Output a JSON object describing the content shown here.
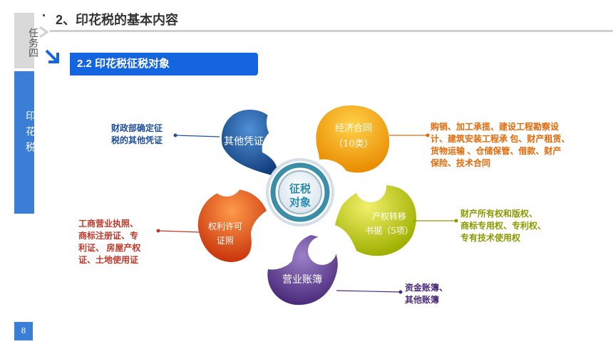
{
  "sidebar": {
    "task_label": "任务四",
    "topic_label": "印花税"
  },
  "page_number": "8",
  "header": {
    "title": "2、印花税的基本内容",
    "subtitle": "2.2  印花税征税对象"
  },
  "center": {
    "label_line1": "征税",
    "label_line2": "对象"
  },
  "petals": [
    {
      "line1": "其他凭证",
      "line2": "",
      "color": "#1e5eaa"
    },
    {
      "line1": "经济合同",
      "line2": "（10类）",
      "color": "#f5a300"
    },
    {
      "line1": "产权转移",
      "line2": "书据（5项）",
      "color": "#b9c70a"
    },
    {
      "line1": "营业账簿",
      "line2": "",
      "color": "#5e3a8c"
    },
    {
      "line1": "权利许可",
      "line2": "证照",
      "color": "#e0470e"
    }
  ],
  "descriptions": [
    {
      "lines": [
        "财政部确定征",
        "税的其他凭证"
      ],
      "color": "#1e4f9a"
    },
    {
      "lines": [
        "购销、加工承揽、建设工程勘察设",
        "计、建筑安装工程承  包、财产租赁、",
        "货物运输 、仓储保管、借款、财产",
        "保险、技术合同"
      ],
      "color": "#e36a0a"
    },
    {
      "lines": [
        "财产所有权和版权、",
        "商标专用权、专利权、",
        "专有技术使用权"
      ],
      "color": "#8a9a00"
    },
    {
      "lines": [
        "资金账簿、",
        "其他账簿"
      ],
      "color": "#4a2a7a"
    },
    {
      "lines": [
        "工商营业执照、",
        "商标注册证、专",
        "利证、  房屋产权",
        "证、土地使用证"
      ],
      "color": "#c0392b"
    }
  ]
}
